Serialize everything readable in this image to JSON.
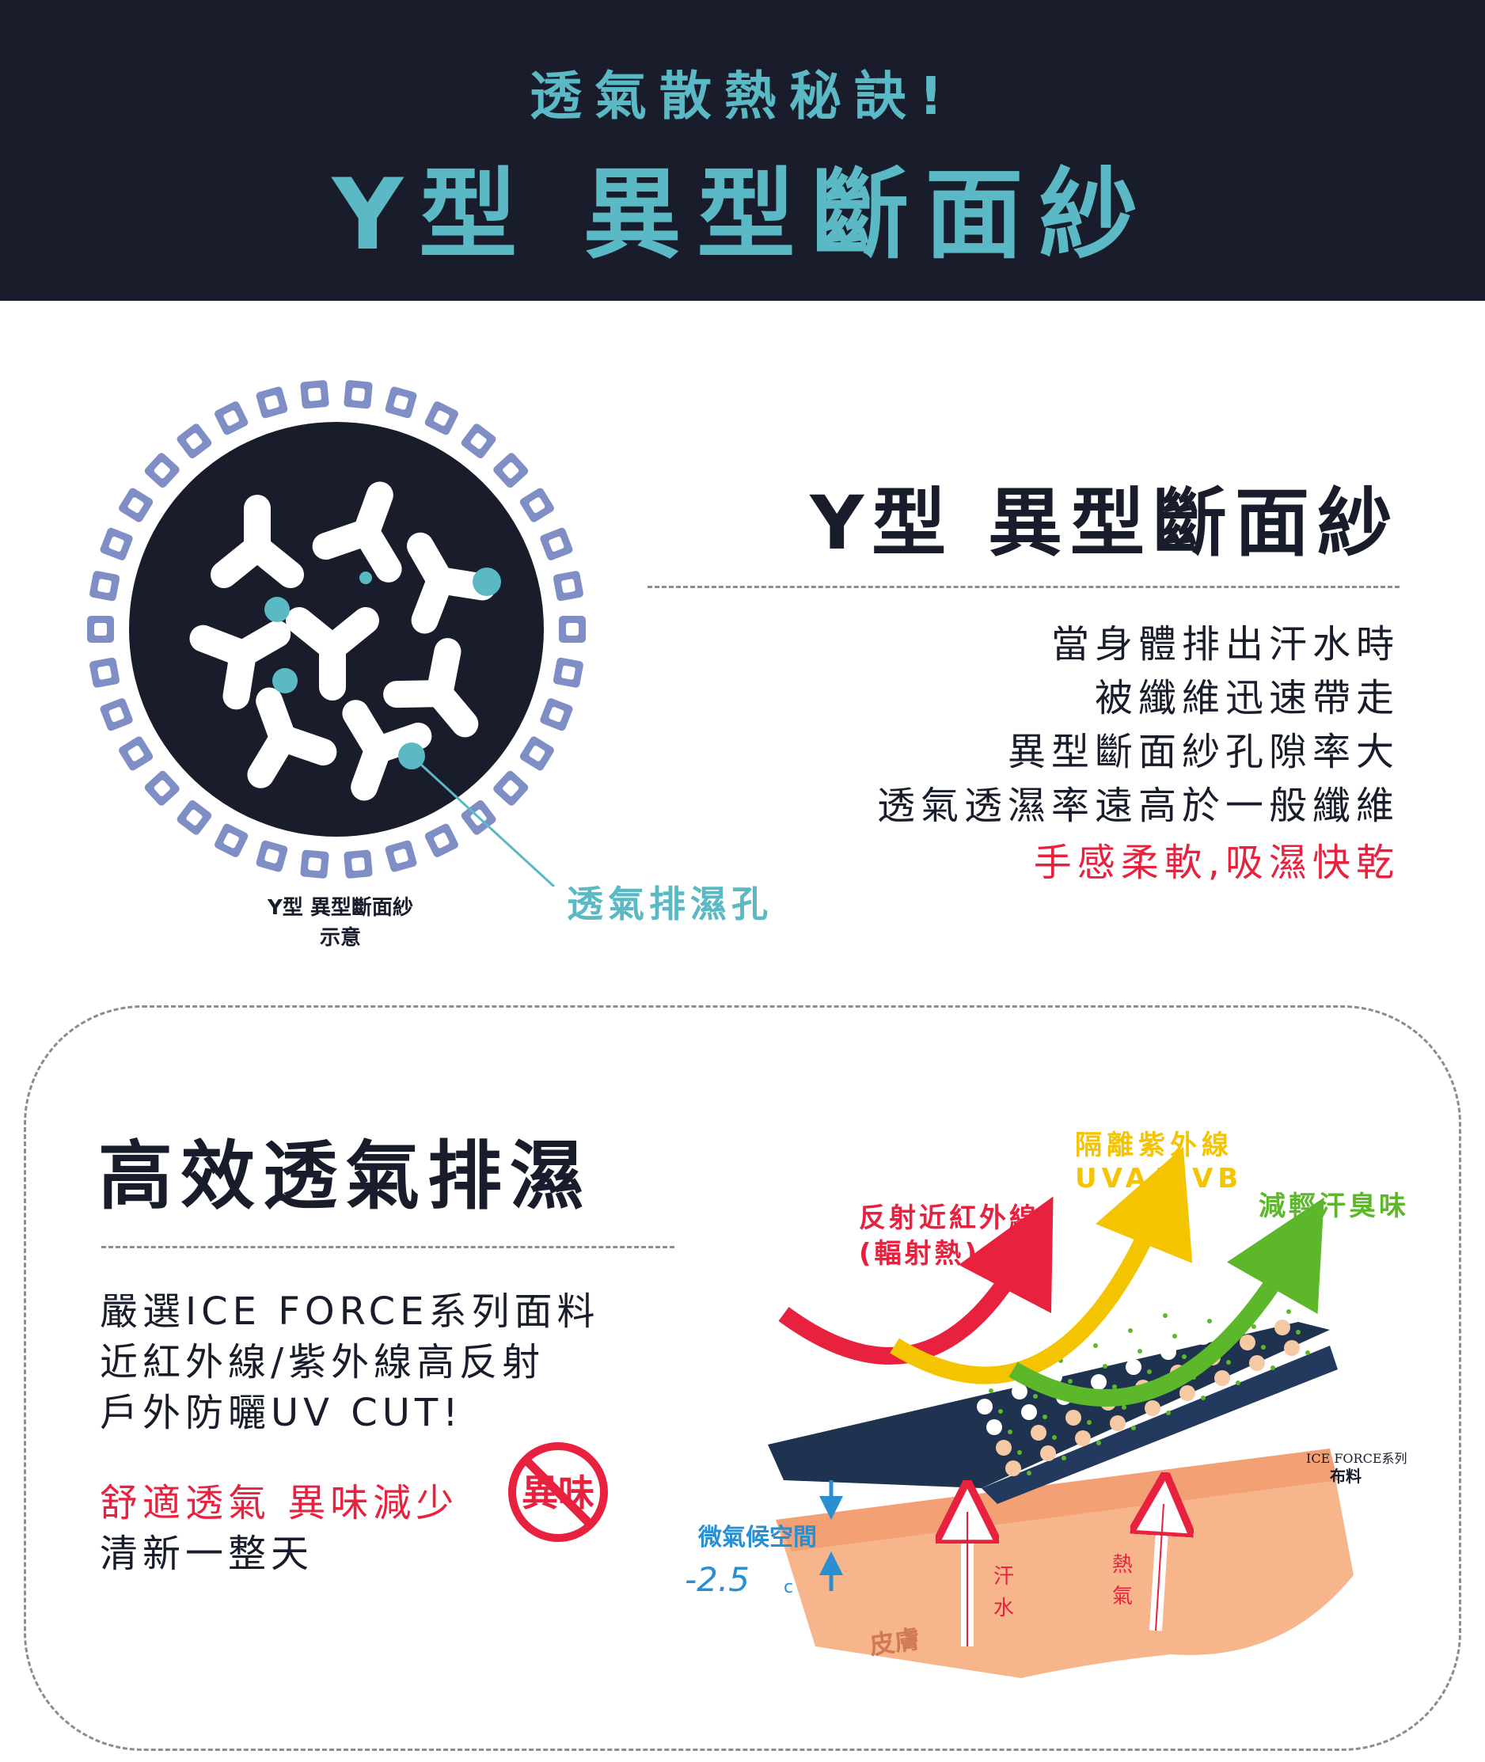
{
  "banner": {
    "subtitle": "透氣散熱秘訣!",
    "title": "Y型 異型斷面紗"
  },
  "section1": {
    "title": "Y型 異型斷面紗",
    "description_lines": [
      "當身體排出汗水時",
      "被纖維迅速帶走",
      "異型斷面紗孔隙率大",
      "透氣透濕率遠高於一般纖維"
    ],
    "highlight": "手感柔軟,吸濕快乾",
    "diagram": {
      "caption_line1": "Y型 異型斷面紗",
      "caption_line2": "示意",
      "pore_label": "透氣排濕孔"
    }
  },
  "section2": {
    "title": "高效透氣排濕",
    "feature_lines": [
      "嚴選ICE FORCE系列面料",
      "近紅外線/紫外線高反射",
      "戶外防曬UV CUT!"
    ],
    "comfort_line1": "舒適透氣 異味減少",
    "comfort_line2": "清新一整天",
    "odor_badge_text": "異味",
    "illustration": {
      "arrow_ir_line1": "反射近紅外線",
      "arrow_ir_line2": "(輻射熱)",
      "arrow_uv_line1": "隔離紫外線",
      "arrow_uv_line2": "UVA/UVB",
      "arrow_odor": "減輕汗臭味",
      "fabric_brand": "ICE FORCE系列",
      "fabric_label": "布料",
      "microclimate": "微氣候空間",
      "temperature": "-2.5",
      "temperature_unit": "c",
      "sweat_1": "汗",
      "sweat_2": "水",
      "heat_1": "熱",
      "heat_2": "氣",
      "skin": "皮膚"
    }
  },
  "colors": {
    "navy": "#191c2b",
    "teal": "#5ab9c4",
    "red": "#e8213f",
    "yellow": "#f5c400",
    "green": "#5cb82a",
    "periwinkle": "#7f8fc6",
    "skin": "#f5b48c",
    "fabric": "#1f3351",
    "blue": "#2a8fd0"
  }
}
